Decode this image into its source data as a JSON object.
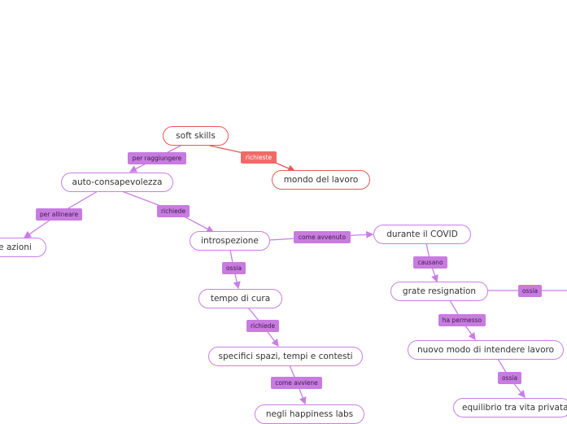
{
  "nodes": {
    "soft_skills": "soft skills",
    "mondo_lavoro": "mondo del lavoro",
    "auto_consapevolezza": "auto-consapevolezza",
    "azioni": "e azioni",
    "introspezione": "introspezione",
    "tempo_cura": "tempo di cura",
    "spazi_tempi": "specifici spazi, tempi e contesti",
    "happiness_labs": "negli happiness labs",
    "covid": "durante il COVID",
    "grate_resignation": "grate resignation",
    "nuovo_modo": "nuovo modo di intendere lavoro",
    "equilibrio": "equilibrio tra vita privata"
  },
  "links": {
    "per_raggiungere": "per raggiungere",
    "richieste": "richieste",
    "per_allineare": "per allineare",
    "richiede_1": "richiede",
    "come_avvenuto": "come avvenuto",
    "ossia_1": "ossia",
    "richiede_2": "richiede",
    "come_avviene": "come avviene",
    "causano": "causano",
    "ossia_2": "ossia",
    "ha_permesso": "ha permesso",
    "ossia_3": "ossia"
  },
  "colors": {
    "connector": "#c97ee6",
    "connector_red": "#e8575a",
    "label": "#c87be0",
    "label_red": "#f06a68"
  }
}
